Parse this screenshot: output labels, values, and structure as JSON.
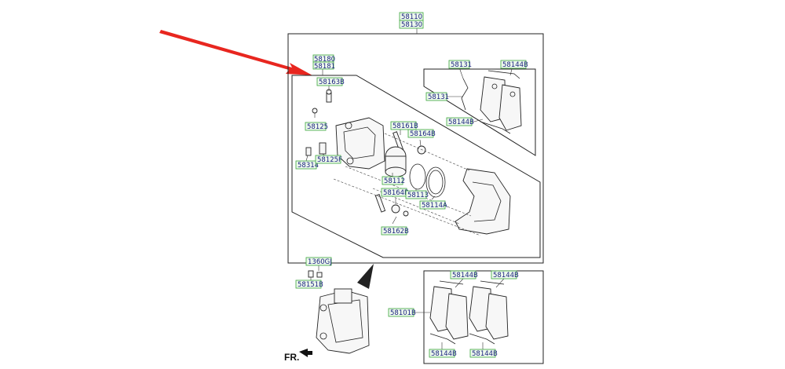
{
  "diagram": {
    "title_codes": [
      "58110",
      "58130"
    ],
    "labels": {
      "l58110": "58110",
      "l58130": "58130",
      "l58180": "58180",
      "l58181": "58181",
      "l58163B": "58163B",
      "l58125": "58125",
      "l58314": "58314",
      "l58125F": "58125F",
      "l58161B": "58161B",
      "l58164B_top": "58164B",
      "l58112": "58112",
      "l58164B_bot": "58164B",
      "l58113": "58113",
      "l58114A": "58114A",
      "l58162B": "58162B",
      "l58131_top": "58131",
      "l58131_mid": "58131",
      "l58144B_a": "58144B",
      "l58144B_b": "58144B",
      "l1360GJ": "1360GJ",
      "l58151B": "58151B",
      "l58101B": "58101B",
      "l58144B_c": "58144B",
      "l58144B_d": "58144B",
      "l58144B_e": "58144B",
      "l58144B_f": "58144B"
    },
    "direction_label": "FR.",
    "arrow_color": "#e8261f"
  }
}
